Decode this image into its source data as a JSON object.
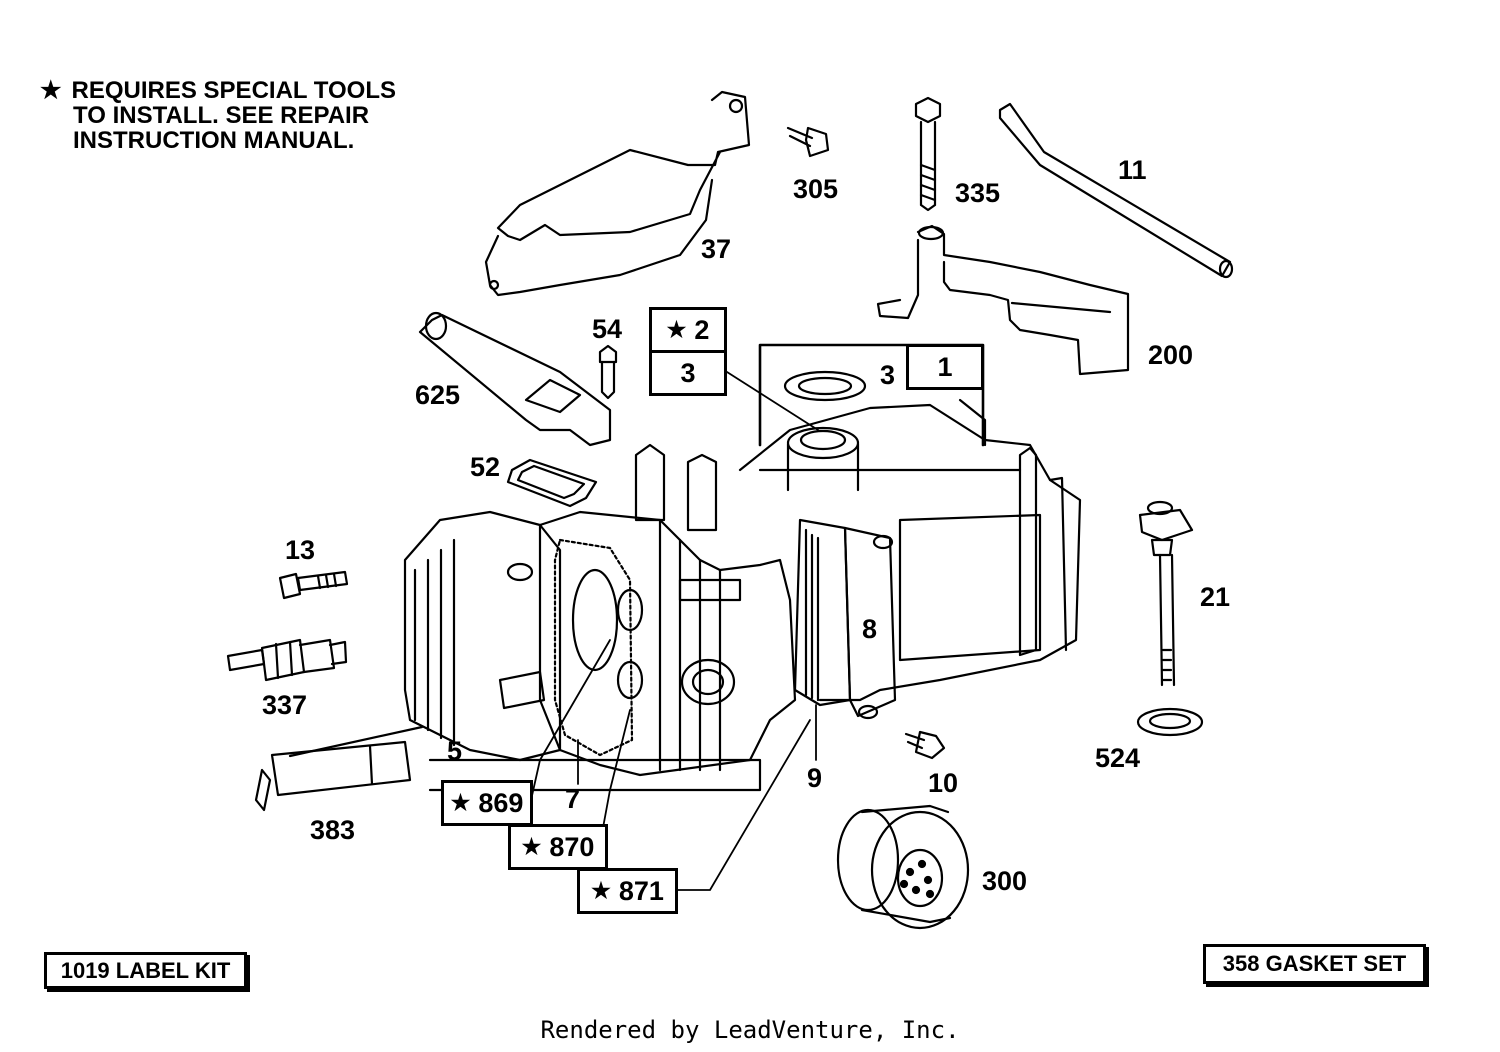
{
  "note": {
    "line1": "REQUIRES SPECIAL TOOLS",
    "line2": "TO INSTALL.  SEE REPAIR",
    "line3": "INSTRUCTION MANUAL."
  },
  "labels": {
    "p37": "37",
    "p305": "305",
    "p335": "335",
    "p11": "11",
    "p200": "200",
    "p54": "54",
    "p625": "625",
    "p52": "52",
    "p3b": "3",
    "p13": "13",
    "p337": "337",
    "p5": "5",
    "p7": "7",
    "p383": "383",
    "p8": "8",
    "p9": "9",
    "p10": "10",
    "p21": "21",
    "p524": "524",
    "p300": "300"
  },
  "boxes": {
    "b2": "2",
    "b3": "3",
    "b1": "1",
    "b869": "869",
    "b870": "870",
    "b871": "871"
  },
  "kits": {
    "label_kit": "1019 LABEL KIT",
    "gasket_set": "358 GASKET SET"
  },
  "footer": "Rendered by LeadVenture, Inc."
}
